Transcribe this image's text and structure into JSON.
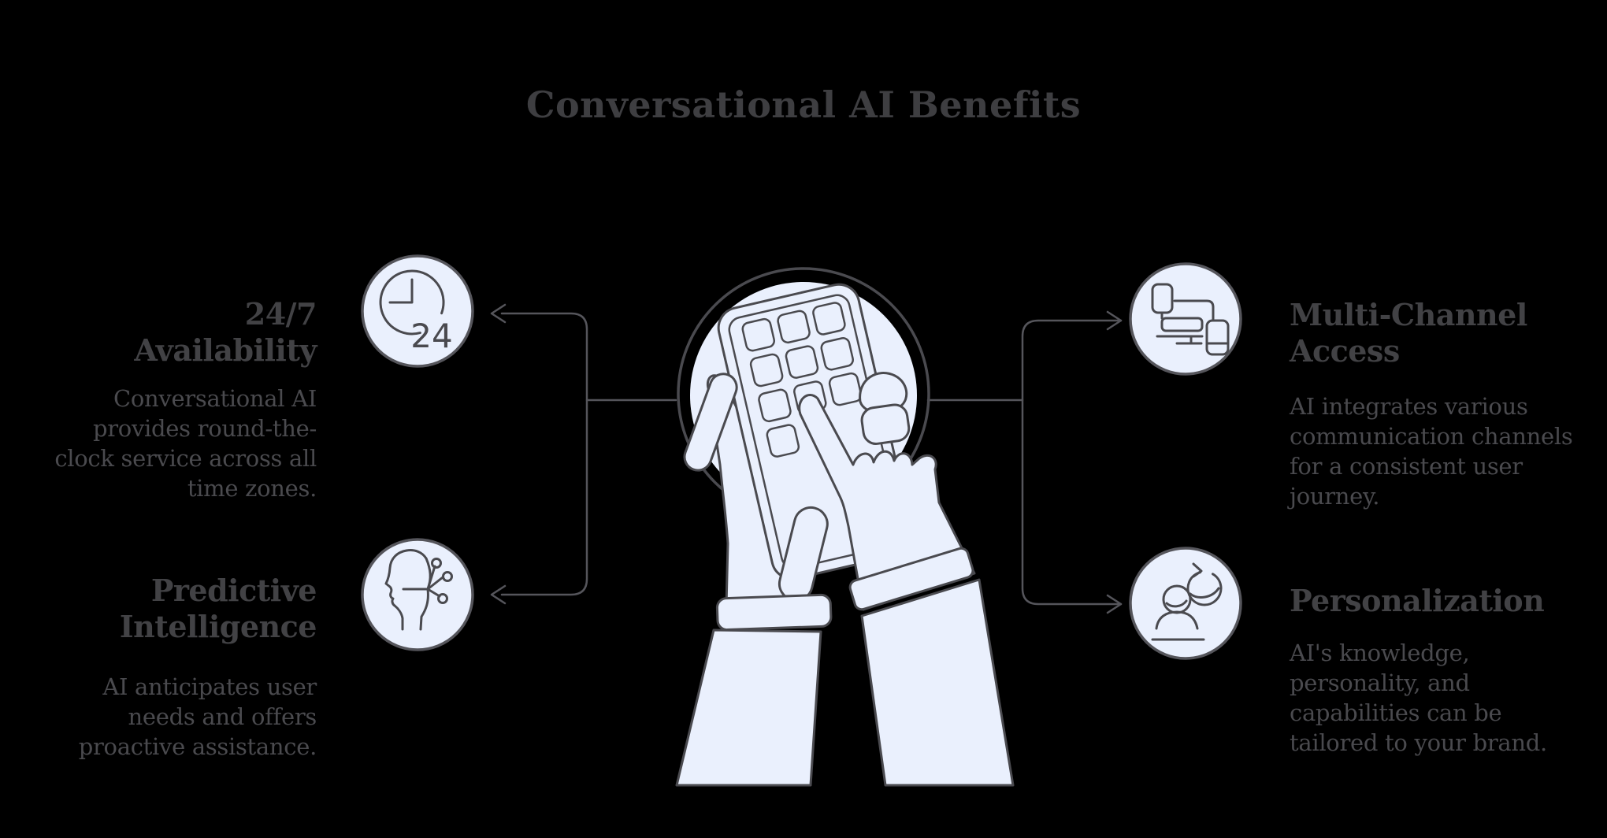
{
  "title": "Conversational AI Benefits",
  "colors": {
    "background": "#000000",
    "shape_fill": "#eaf0fd",
    "outline": "#4a4a4f",
    "circle_border": "#55555b",
    "connector": "#55555b",
    "title_text": "#3e3e41",
    "heading_text": "#424245",
    "body_text": "#4a4a4e"
  },
  "center": {
    "illustration": "hands-tapping-smartphone"
  },
  "benefits": [
    {
      "id": "availability",
      "icon": "clock-24-icon",
      "heading_lines": [
        "24/7",
        "Availability"
      ],
      "body_lines": [
        "Conversational AI",
        "provides round-the-",
        "clock service across all",
        "time zones."
      ]
    },
    {
      "id": "predictive-intelligence",
      "icon": "predictive-head-icon",
      "heading_lines": [
        "Predictive",
        "Intelligence"
      ],
      "body_lines": [
        "AI anticipates user",
        "needs and offers",
        "proactive assistance."
      ]
    },
    {
      "id": "multi-channel-access",
      "icon": "multi-device-icon",
      "heading_lines": [
        "Multi-Channel",
        "Access"
      ],
      "body_lines": [
        "AI integrates various",
        "communication channels",
        "for a consistent user",
        "journey."
      ]
    },
    {
      "id": "personalization",
      "icon": "person-refresh-icon",
      "heading_lines": [
        "Personalization"
      ],
      "body_lines": [
        "AI's knowledge,",
        "personality, and",
        "capabilities can be",
        "tailored to your brand."
      ]
    }
  ]
}
